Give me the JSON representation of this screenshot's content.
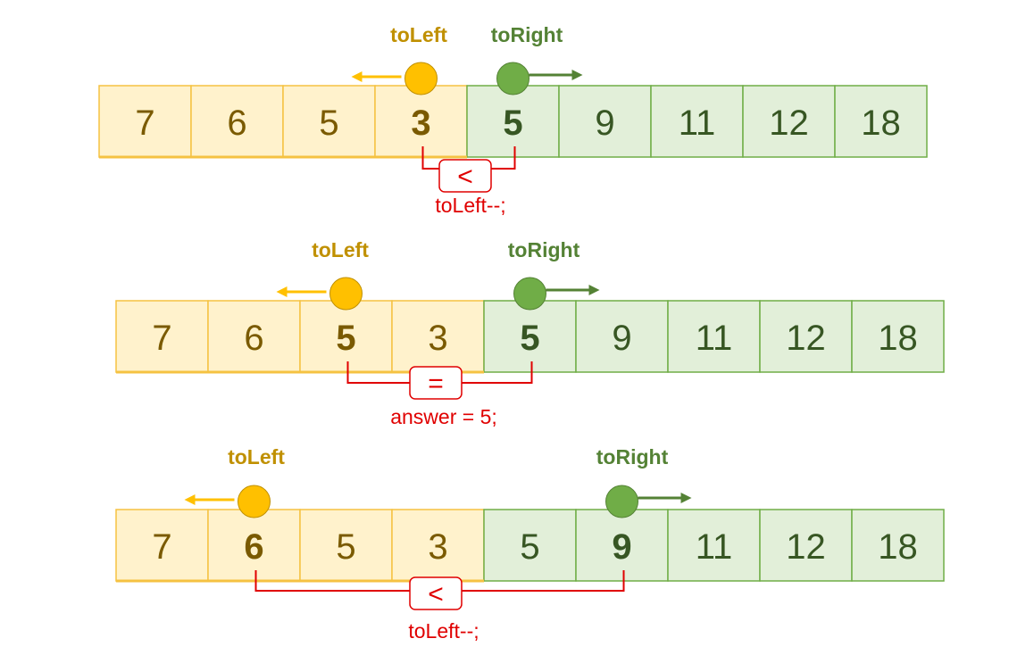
{
  "colors": {
    "left_fill": "#fff2cc",
    "left_border": "#f5c242",
    "left_text": "#7a5a00",
    "left_label": "#c09000",
    "left_dot": "#ffc000",
    "right_fill": "#e2efd9",
    "right_border": "#70ad47",
    "right_text": "#375623",
    "right_label": "#548235",
    "right_dot": "#70ad47",
    "compare": "#e00000"
  },
  "steps": [
    {
      "values": [
        "7",
        "6",
        "5",
        "3",
        "5",
        "9",
        "11",
        "12",
        "18"
      ],
      "left_label": "toLeft",
      "right_label": "toRight",
      "left_index": 3,
      "right_index": 4,
      "operator": "<",
      "code": "toLeft--;"
    },
    {
      "values": [
        "7",
        "6",
        "5",
        "3",
        "5",
        "9",
        "11",
        "12",
        "18"
      ],
      "left_label": "toLeft",
      "right_label": "toRight",
      "left_index": 2,
      "right_index": 4,
      "operator": "=",
      "code": "answer = 5;"
    },
    {
      "values": [
        "7",
        "6",
        "5",
        "3",
        "5",
        "9",
        "11",
        "12",
        "18"
      ],
      "left_label": "toLeft",
      "right_label": "toRight",
      "left_index": 1,
      "right_index": 5,
      "operator": "<",
      "code": "toLeft--;"
    }
  ]
}
